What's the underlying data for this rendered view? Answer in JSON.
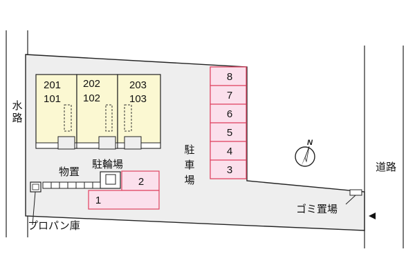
{
  "colors": {
    "lot_fill": "#eeeeee",
    "building_fill": "#fbf8d2",
    "parking_fill": "#fbe0ec",
    "parking_border": "#e0405f",
    "line": "#222222"
  },
  "labels": {
    "waterway": "水路",
    "road": "道路",
    "parking": "駐車場",
    "bicycle_parking": "駐輪場",
    "storage": "物置",
    "garbage": "ゴミ置場",
    "propane": "プロパン庫",
    "north": "N"
  },
  "units": [
    {
      "upper": "201",
      "lower": "101"
    },
    {
      "upper": "202",
      "lower": "102"
    },
    {
      "upper": "203",
      "lower": "103"
    }
  ],
  "parking_slots": [
    "8",
    "7",
    "6",
    "5",
    "4",
    "3"
  ],
  "parking_lower": [
    "2",
    "1"
  ],
  "icons": {
    "north_arrow": "compass-north-icon",
    "entrance": "triangle-left-icon"
  }
}
